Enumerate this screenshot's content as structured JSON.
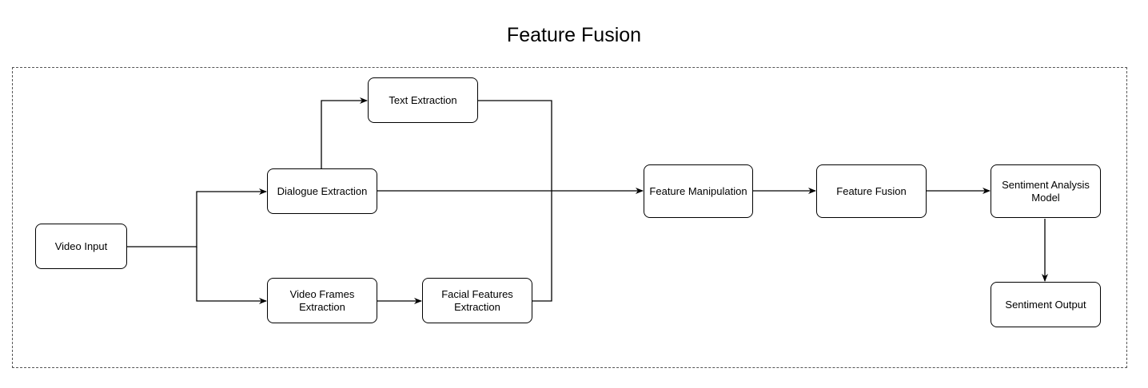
{
  "title": "Feature Fusion",
  "nodes": {
    "video_input": "Video Input",
    "dialogue_extraction": "Dialogue Extraction",
    "text_extraction": "Text Extraction",
    "video_frames_extraction": "Video Frames Extraction",
    "facial_features_extraction": "Facial Features Extraction",
    "feature_manipulation": "Feature Manipulation",
    "feature_fusion": "Feature Fusion",
    "sentiment_analysis_model": "Sentiment Analysis Model",
    "sentiment_output": "Sentiment Output"
  },
  "edges": [
    {
      "from": "video_input",
      "to": "dialogue_extraction"
    },
    {
      "from": "video_input",
      "to": "video_frames_extraction"
    },
    {
      "from": "dialogue_extraction",
      "to": "text_extraction"
    },
    {
      "from": "dialogue_extraction",
      "to": "feature_manipulation"
    },
    {
      "from": "text_extraction",
      "to": "feature_manipulation"
    },
    {
      "from": "video_frames_extraction",
      "to": "facial_features_extraction"
    },
    {
      "from": "facial_features_extraction",
      "to": "feature_manipulation"
    },
    {
      "from": "feature_manipulation",
      "to": "feature_fusion"
    },
    {
      "from": "feature_fusion",
      "to": "sentiment_analysis_model"
    },
    {
      "from": "sentiment_analysis_model",
      "to": "sentiment_output"
    }
  ]
}
